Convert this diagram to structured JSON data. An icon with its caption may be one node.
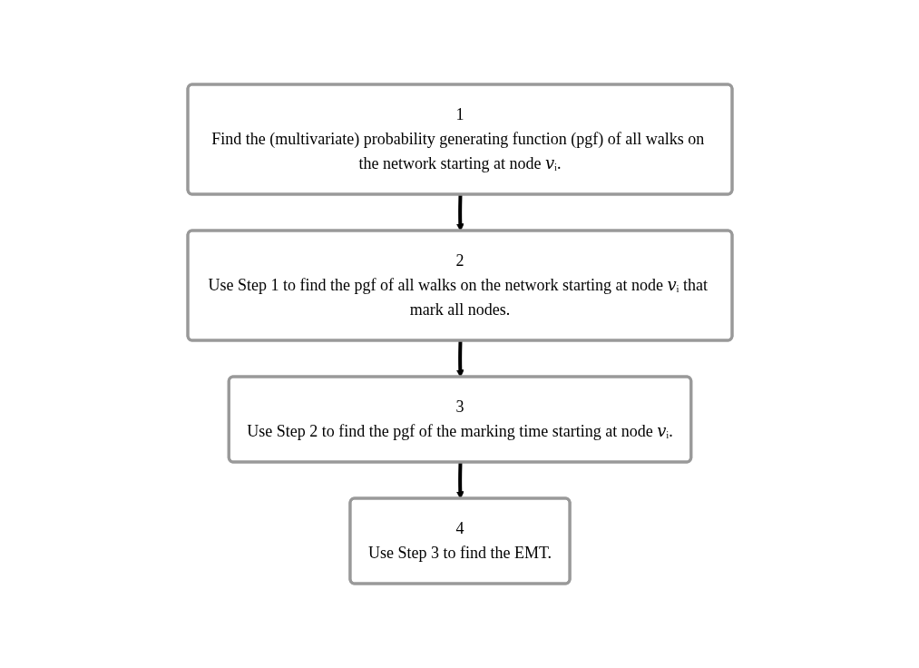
{
  "diagram": {
    "nodes": [
      {
        "text": [
          "1",
          "Find the (multivariate) probability generating function (pgf) of all walks on the network starting at node 𝑣ᵢ."
        ]
      },
      {
        "text": [
          "2",
          "Use Step 1 to find the pgf of all walks on the network starting at node 𝑣ᵢ that mark all nodes."
        ]
      },
      {
        "text": [
          "3",
          "Use Step 2 to find the pgf of the marking time starting at node 𝑣ᵢ."
        ]
      },
      {
        "text": [
          "4",
          "Use Step 3 to find the EMT."
        ]
      }
    ],
    "edges": [
      {
        "from": 0,
        "to": 1,
        "arrow": "to"
      },
      {
        "from": 1,
        "to": 2,
        "arrow": "to"
      },
      {
        "from": 2,
        "to": 3,
        "arrow": "to"
      }
    ]
  }
}
